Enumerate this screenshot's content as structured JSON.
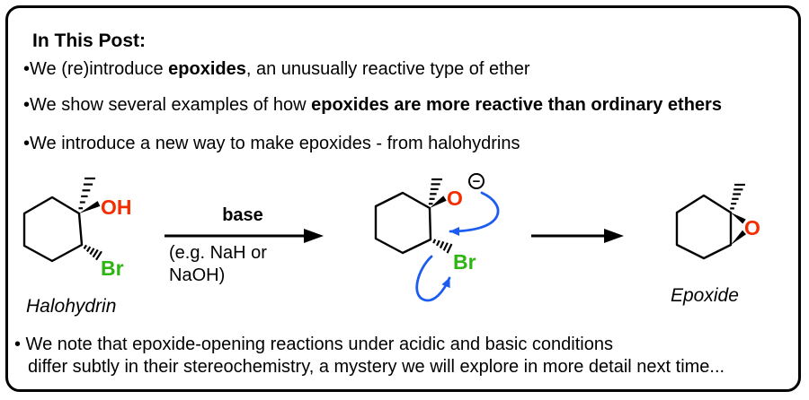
{
  "title": "In This Post:",
  "bullets": [
    {
      "pre": "•We (re)introduce ",
      "bold": "epoxides",
      "post": ", an unusually reactive type of ether"
    },
    {
      "pre": "•We show several examples of how ",
      "bold": "epoxides are more reactive than ordinary ethers",
      "post": ""
    },
    {
      "pre": "•We introduce a new way to make epoxides - from halohydrins",
      "bold": "",
      "post": ""
    }
  ],
  "scheme": {
    "reactant": {
      "label": "Halohydrin",
      "oh": "OH",
      "br": "Br"
    },
    "conditions": {
      "above_arrow": "base",
      "below_line1": "(e.g. NaH or",
      "below_line2": "NaOH)"
    },
    "intermediate": {
      "o": "O",
      "charge": "−",
      "br": "Br"
    },
    "product": {
      "label": "Epoxide",
      "o": "O"
    }
  },
  "footnote": {
    "line1": "• We note that epoxide-opening reactions under acidic and basic conditions",
    "line2": "differ subtly in their stereochemistry, a mystery we will explore in more detail next time..."
  },
  "colors": {
    "red": "#f42d00",
    "green": "#2db512",
    "blue": "#1d5cf0",
    "black": "#000000"
  }
}
